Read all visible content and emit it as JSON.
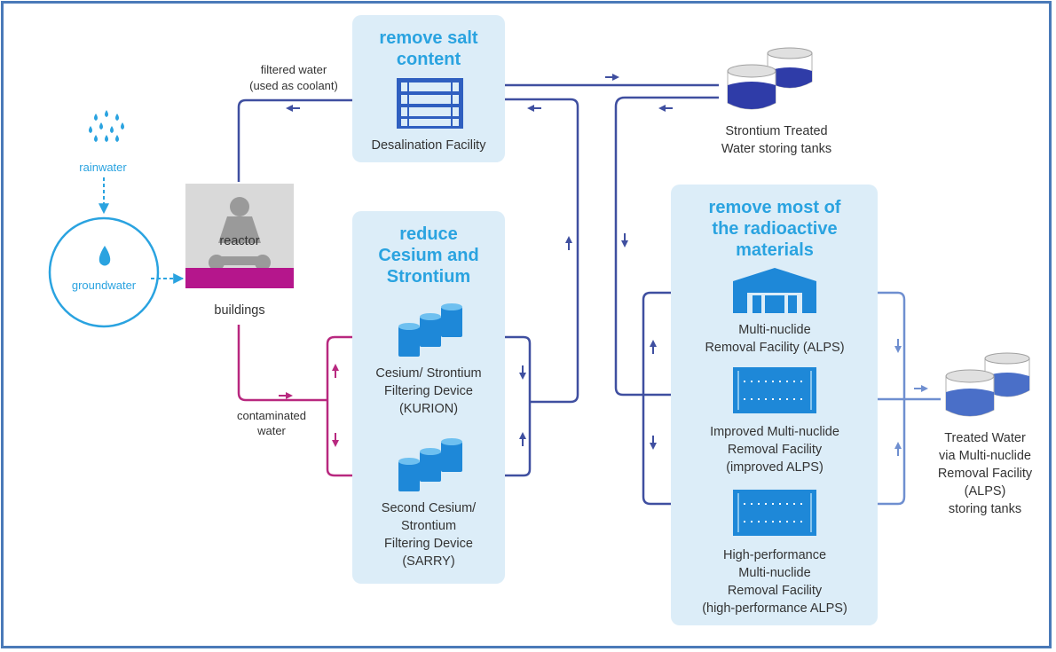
{
  "labels": {
    "rainwater": "rainwater",
    "groundwater": "groundwater",
    "reactor": "reactor",
    "buildings": "buildings",
    "filtered_water_1": "filtered water",
    "filtered_water_2": "(used as coolant)",
    "contaminated_1": "contaminated",
    "contaminated_2": "water"
  },
  "desalination": {
    "heading": [
      "remove salt",
      "content"
    ],
    "facility": "Desalination Facility"
  },
  "cesium": {
    "heading": [
      "reduce",
      "Cesium and",
      "Strontium"
    ],
    "kurion": [
      "Cesium/ Strontium",
      "Filtering Device",
      "(KURION)"
    ],
    "sarry": [
      "Second Cesium/",
      "Strontium",
      "Filtering Device",
      "(SARRY)"
    ]
  },
  "alps": {
    "heading": [
      "remove most of",
      "the radioactive",
      "materials"
    ],
    "alps": [
      "Multi-nuclide",
      "Removal Facility (ALPS)"
    ],
    "improved": [
      "Improved Multi-nuclide",
      "Removal Facility",
      "(improved ALPS)"
    ],
    "high": [
      "High-performance",
      "Multi-nuclide",
      "Removal Facility",
      "(high-performance ALPS)"
    ]
  },
  "strontium_tanks": [
    "Strontium Treated",
    "Water storing tanks"
  ],
  "treated_tanks": [
    "Treated Water",
    "via Multi-nuclide",
    "Removal Facility",
    "(ALPS)",
    "storing tanks"
  ],
  "colors": {
    "accent": "#2aa3e0",
    "panel": "#dcedf8",
    "flow_navy": "#3f4fa0",
    "flow_magenta": "#b8287f",
    "flow_light": "#6f8fd0",
    "reactor_gray": "#9a9a9a",
    "reactor_base": "#b5168c"
  }
}
